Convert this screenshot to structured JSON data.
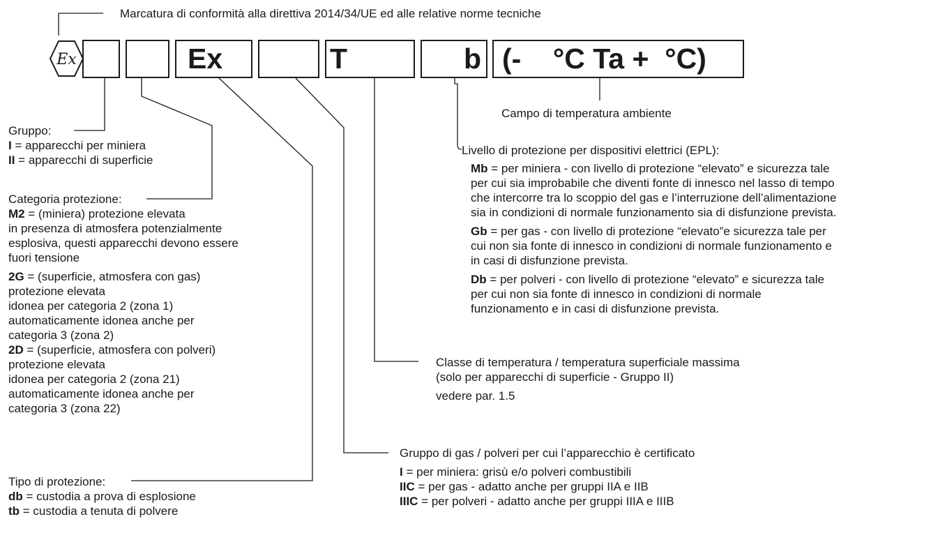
{
  "title": "Marcatura di conformità alla direttiva 2014/34/UE ed alle relative norme tecniche",
  "ex_symbol": "Ex",
  "boxes": {
    "b1": "",
    "b2": "",
    "b3": "Ex",
    "b4": "",
    "b5": "T",
    "b6": "b",
    "b7": "(-    °C Ta +  °C)"
  },
  "temp_range_label": "Campo di temperatura ambiente",
  "gruppo": {
    "heading": "Gruppo:",
    "items": [
      {
        "key": "I",
        "text": " = apparecchi per miniera"
      },
      {
        "key": "II",
        "text": " =  apparecchi di superficie"
      }
    ]
  },
  "categoria": {
    "heading": "Categoria protezione:",
    "items": [
      {
        "key": "M2",
        "text": " = (miniera) protezione elevata",
        "extra": [
          "in presenza di atmosfera potenzialmente",
          "esplosiva, questi apparecchi devono essere",
          "fuori tensione"
        ]
      },
      {
        "key": "2G",
        "text": " = (superficie, atmosfera con gas)",
        "extra": [
          "protezione elevata",
          "idonea per categoria 2 (zona 1)",
          "automaticamente idonea anche per",
          "categoria 3 (zona 2)"
        ]
      },
      {
        "key": "2D",
        "text": " = (superficie, atmosfera con polveri)",
        "extra": [
          "protezione elevata",
          "idonea per categoria 2 (zona 21)",
          "automaticamente idonea anche per",
          "categoria 3 (zona 22)"
        ]
      }
    ]
  },
  "tipo": {
    "heading": "Tipo di protezione:",
    "items": [
      {
        "key": "db",
        "text": " = custodia a prova di esplosione"
      },
      {
        "key": "tb",
        "text": " = custodia a tenuta di polvere"
      }
    ]
  },
  "epl": {
    "heading": "Livello di protezione per dispositivi elettrici (EPL):",
    "items": [
      {
        "key": "Mb",
        "text": " = per miniera - con livello di protezione “elevato” e sicurezza tale",
        "extra": [
          "per cui sia improbabile che diventi fonte di innesco nel lasso di tempo",
          "che intercorre tra lo scoppio del gas e l’interruzione dell’alimentazione",
          "sia in condizioni di normale funzionamento sia di disfunzione prevista."
        ]
      },
      {
        "key": "Gb",
        "text": " = per gas - con livello di protezione “elevato”e sicurezza tale per",
        "extra": [
          "cui non sia fonte di innesco in condizioni di normale funzionamento e",
          "in casi di disfunzione prevista."
        ]
      },
      {
        "key": "Db",
        "text": " = per polveri - con livello di protezione “elevato” e sicurezza tale",
        "extra": [
          "per cui non sia fonte di innesco in condizioni di normale",
          "funzionamento e in casi di disfunzione prevista."
        ]
      }
    ]
  },
  "classe": {
    "lines": [
      "Classe di temperatura / temperatura superficiale massima",
      "(solo per apparecchi di superficie - Gruppo II)"
    ],
    "ref": "vedere par. 1.5"
  },
  "gruppo_gas": {
    "heading": "Gruppo di gas / polveri per cui l’apparecchio è certificato",
    "items": [
      {
        "key": "I",
        "text": " = per miniera: grisù e/o polveri combustibili"
      },
      {
        "key": "IIC",
        "text": " = per gas - adatto anche per gruppi IIA e IIB"
      },
      {
        "key": "IIIC",
        "text": " = per polveri - adatto anche per gruppi IIIA e IIIB"
      }
    ]
  }
}
